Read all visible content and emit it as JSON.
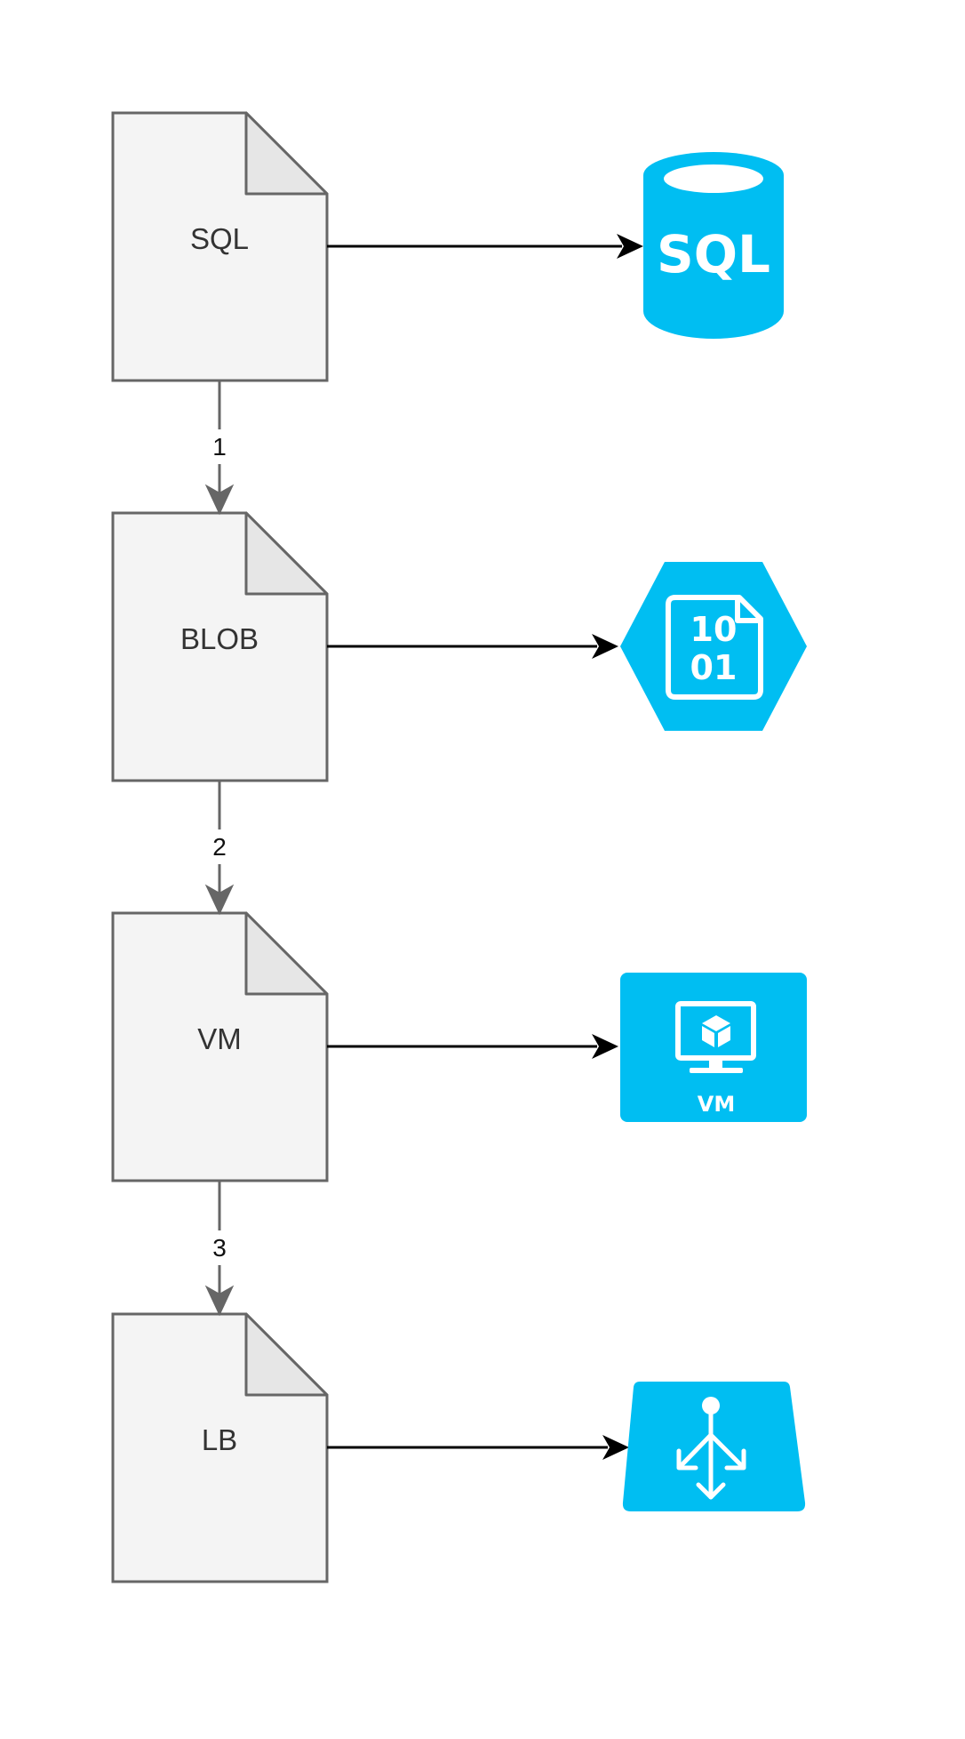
{
  "documents": [
    {
      "label": "SQL"
    },
    {
      "label": "BLOB"
    },
    {
      "label": "VM"
    },
    {
      "label": "LB"
    }
  ],
  "sequence_edges": [
    {
      "label": "1"
    },
    {
      "label": "2"
    },
    {
      "label": "3"
    }
  ],
  "services": [
    {
      "icon": "sql-database-icon",
      "text": "SQL"
    },
    {
      "icon": "blob-storage-icon",
      "text_line1": "10",
      "text_line2": "01"
    },
    {
      "icon": "virtual-machine-icon",
      "text": "VM"
    },
    {
      "icon": "load-balancer-icon"
    }
  ],
  "colors": {
    "azure_blue": "#00BEF2",
    "document_fill": "#F4F4F4",
    "document_fold": "#E6E6E6",
    "document_stroke": "#666666",
    "arrow": "#000000",
    "sequence_arrow": "#666666"
  }
}
